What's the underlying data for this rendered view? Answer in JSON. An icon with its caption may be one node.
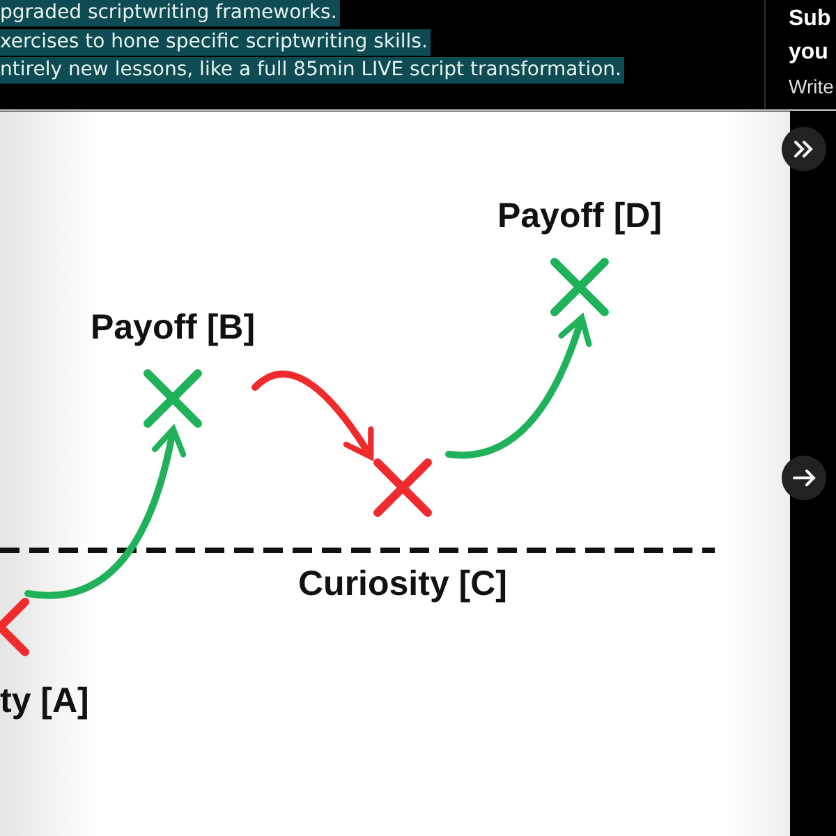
{
  "diagram": {
    "nodes": [
      {
        "text": [
          "ty [A]"
        ]
      },
      {
        "text": [
          "Payoff [B]"
        ]
      },
      {
        "text": [
          "Curiosity [C]"
        ]
      },
      {
        "text": [
          "Payoff [D]"
        ]
      }
    ],
    "edges": [
      {
        "from": 0,
        "to": 1,
        "arrow": "to"
      },
      {
        "from": 1,
        "to": 2,
        "arrow": "to",
        "color": "#ef2b2d"
      },
      {
        "from": 2,
        "to": 3,
        "arrow": "to"
      }
    ],
    "labels": [
      "pgraded scriptwriting frameworks.",
      "xercises to hone specific scriptwriting skills.",
      "ntirely new lessons, like a full 85min LIVE script transformation.",
      "Sub you",
      "Write"
    ]
  }
}
